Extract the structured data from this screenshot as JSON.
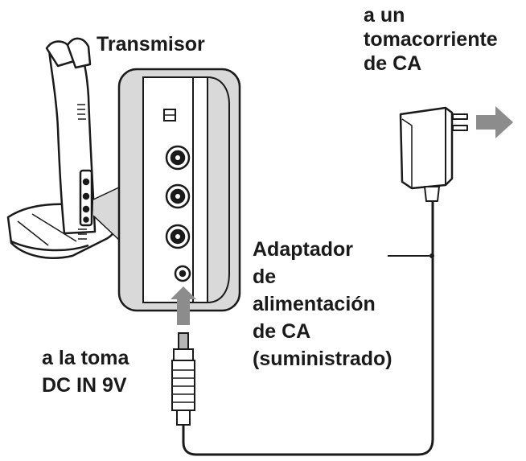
{
  "labels": {
    "transmitter": "Transmisor",
    "outlet_lines": [
      "a un",
      "tomacorriente",
      "de CA"
    ],
    "adapter_lines": [
      "Adaptador",
      "de",
      "alimentación",
      "de CA",
      "(suministrado)"
    ],
    "jack_lines": [
      "a la toma",
      "DC IN 9V"
    ]
  },
  "colors": {
    "ink": "#1a1a1a",
    "panel_fill": "#ffffff",
    "shade": "#d9d9d9",
    "arrow_gray": "#8c8c8c",
    "plug_gray": "#b5b5b5"
  },
  "icons": [
    "transmitter-stand-icon",
    "jack-panel-icon",
    "ac-adapter-icon",
    "dc-plug-icon",
    "insert-arrow-icon",
    "outlet-arrow-icon"
  ]
}
